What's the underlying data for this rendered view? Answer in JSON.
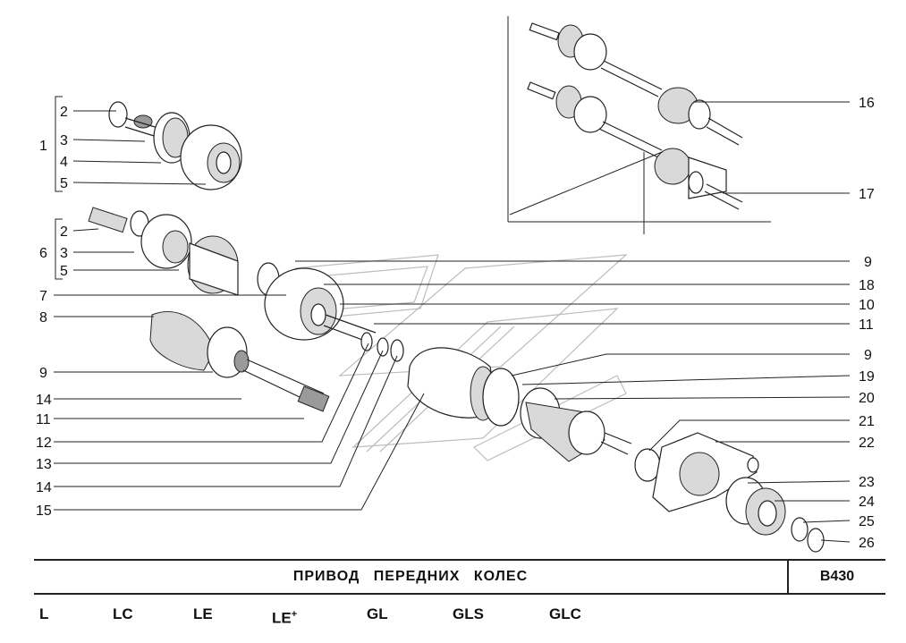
{
  "labels": {
    "l1": "1",
    "l2a": "2",
    "l3a": "3",
    "l4": "4",
    "l5a": "5",
    "l6": "6",
    "l2b": "2",
    "l3b": "3",
    "l5b": "5",
    "l7": "7",
    "l8": "8",
    "l9a": "9",
    "l14a": "14",
    "l11a": "11",
    "l12": "12",
    "l13": "13",
    "l14b": "14",
    "l15": "15",
    "l16": "16",
    "l17": "17",
    "r9a": "9",
    "r18": "18",
    "r10": "10",
    "r11": "11",
    "r9b": "9",
    "r19": "19",
    "r20": "20",
    "r21": "21",
    "r22": "22",
    "r23": "23",
    "r24": "24",
    "r25": "25",
    "r26": "26"
  },
  "title": "ПРИВОД   ПЕРЕДНИХ   КОЛЕС",
  "code": "B430",
  "versions": [
    {
      "label": "L"
    },
    {
      "label": "LC"
    },
    {
      "label": "LE"
    },
    {
      "label": "LE",
      "sup": "+"
    },
    {
      "label": "GL"
    },
    {
      "label": "GLS"
    },
    {
      "label": "GLC"
    }
  ]
}
